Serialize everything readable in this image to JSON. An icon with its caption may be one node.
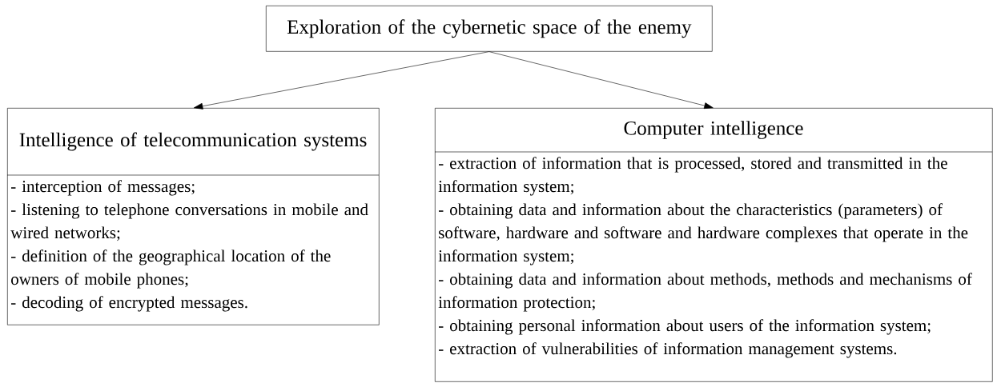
{
  "diagram": {
    "nodes": [
      {
        "text": [
          "Exploration of the cybernetic space of the enemy"
        ]
      },
      {
        "text": [
          "Intelligence of telecommunication systems",
          "- interception of messages;",
          "- listening to telephone conversations in mobile and wired networks;",
          "- definition of the geographical location of the owners of mobile phones;",
          "- decoding of encrypted messages."
        ]
      },
      {
        "text": [
          "Computer intelligence",
          "- extraction of information that is processed, stored and transmitted in the information system;",
          "- obtaining data and information about the characteristics (parameters) of software, hardware and software and hardware complexes that operate in the information system;",
          "- obtaining data and information about methods, methods and mechanisms of information protection;",
          "- obtaining personal information about users of the information system;",
          "- extraction of vulnerabilities of information management systems."
        ]
      }
    ],
    "edges": [
      {
        "from": 0,
        "to": 1,
        "arrow": "to"
      },
      {
        "from": 0,
        "to": 2,
        "arrow": "to"
      }
    ]
  }
}
